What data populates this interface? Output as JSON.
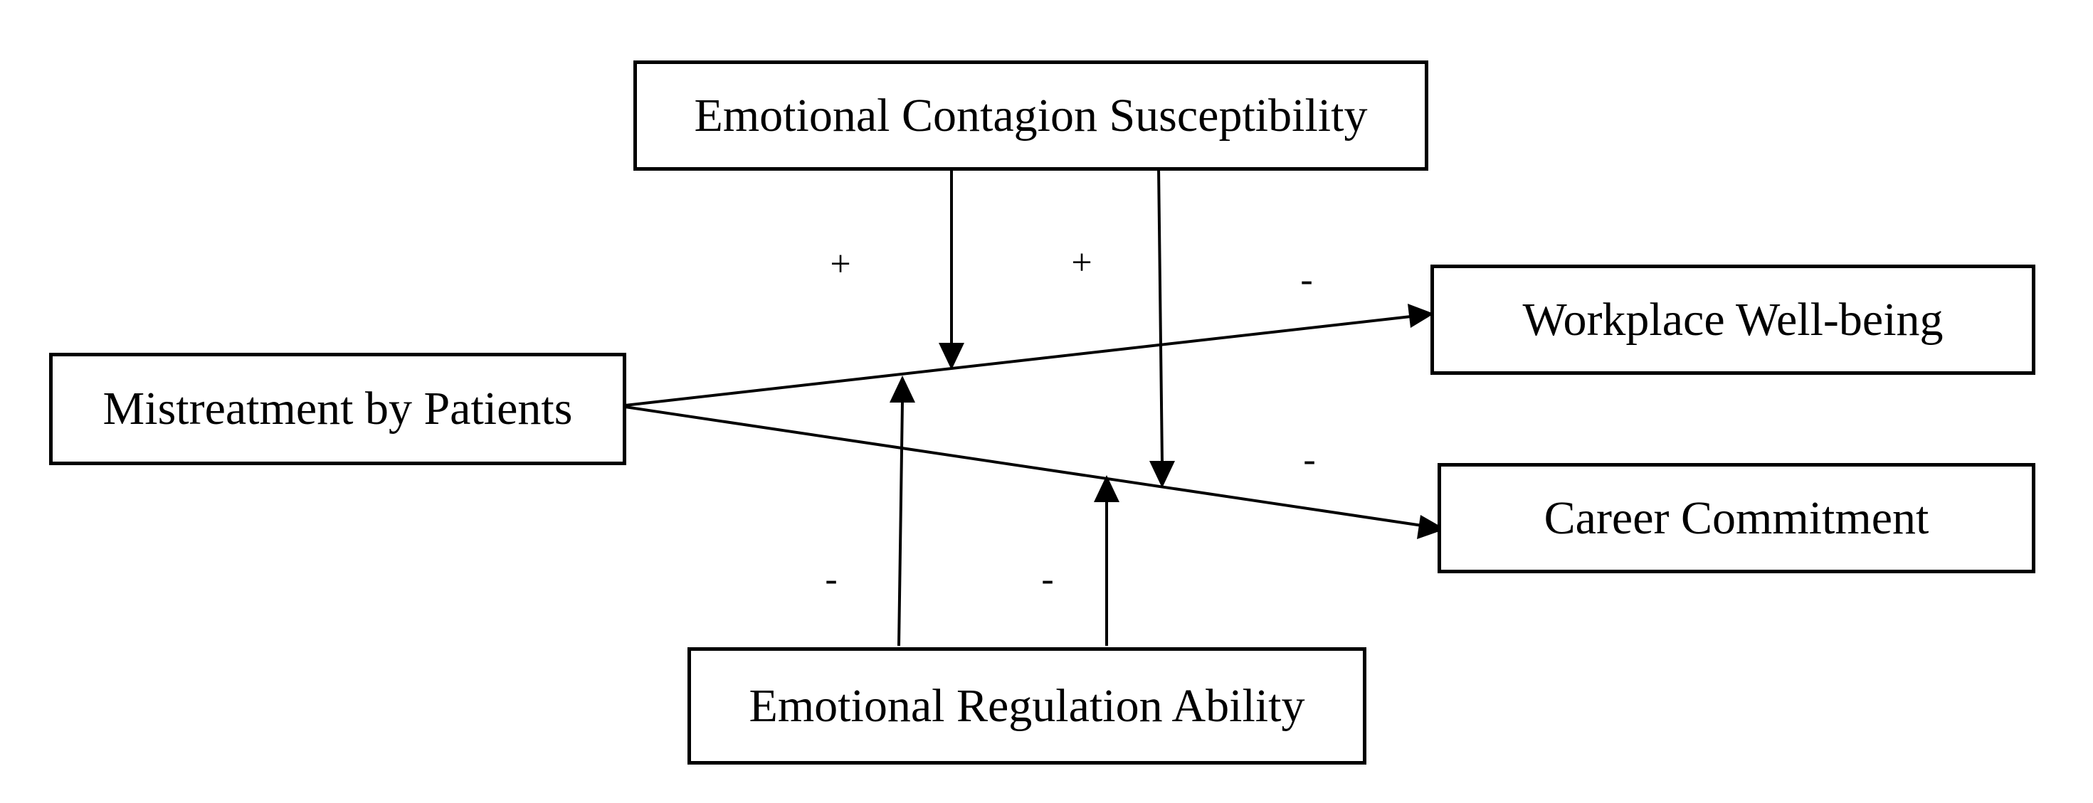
{
  "nodes": {
    "contagion": "Emotional Contagion Susceptibility",
    "mistreatment": "Mistreatment by Patients",
    "wellbeing": "Workplace Well-being",
    "career": "Career Commitment",
    "regulation": "Emotional Regulation Ability"
  },
  "signs": {
    "contagion_to_wellbeing_path": "+",
    "contagion_to_career_path": "+",
    "mistreatment_to_wellbeing": "-",
    "mistreatment_to_career": "-",
    "regulation_to_wellbeing_path": "-",
    "regulation_to_career_path": "-"
  },
  "colors": {
    "line": "#000000",
    "background": "#ffffff"
  }
}
